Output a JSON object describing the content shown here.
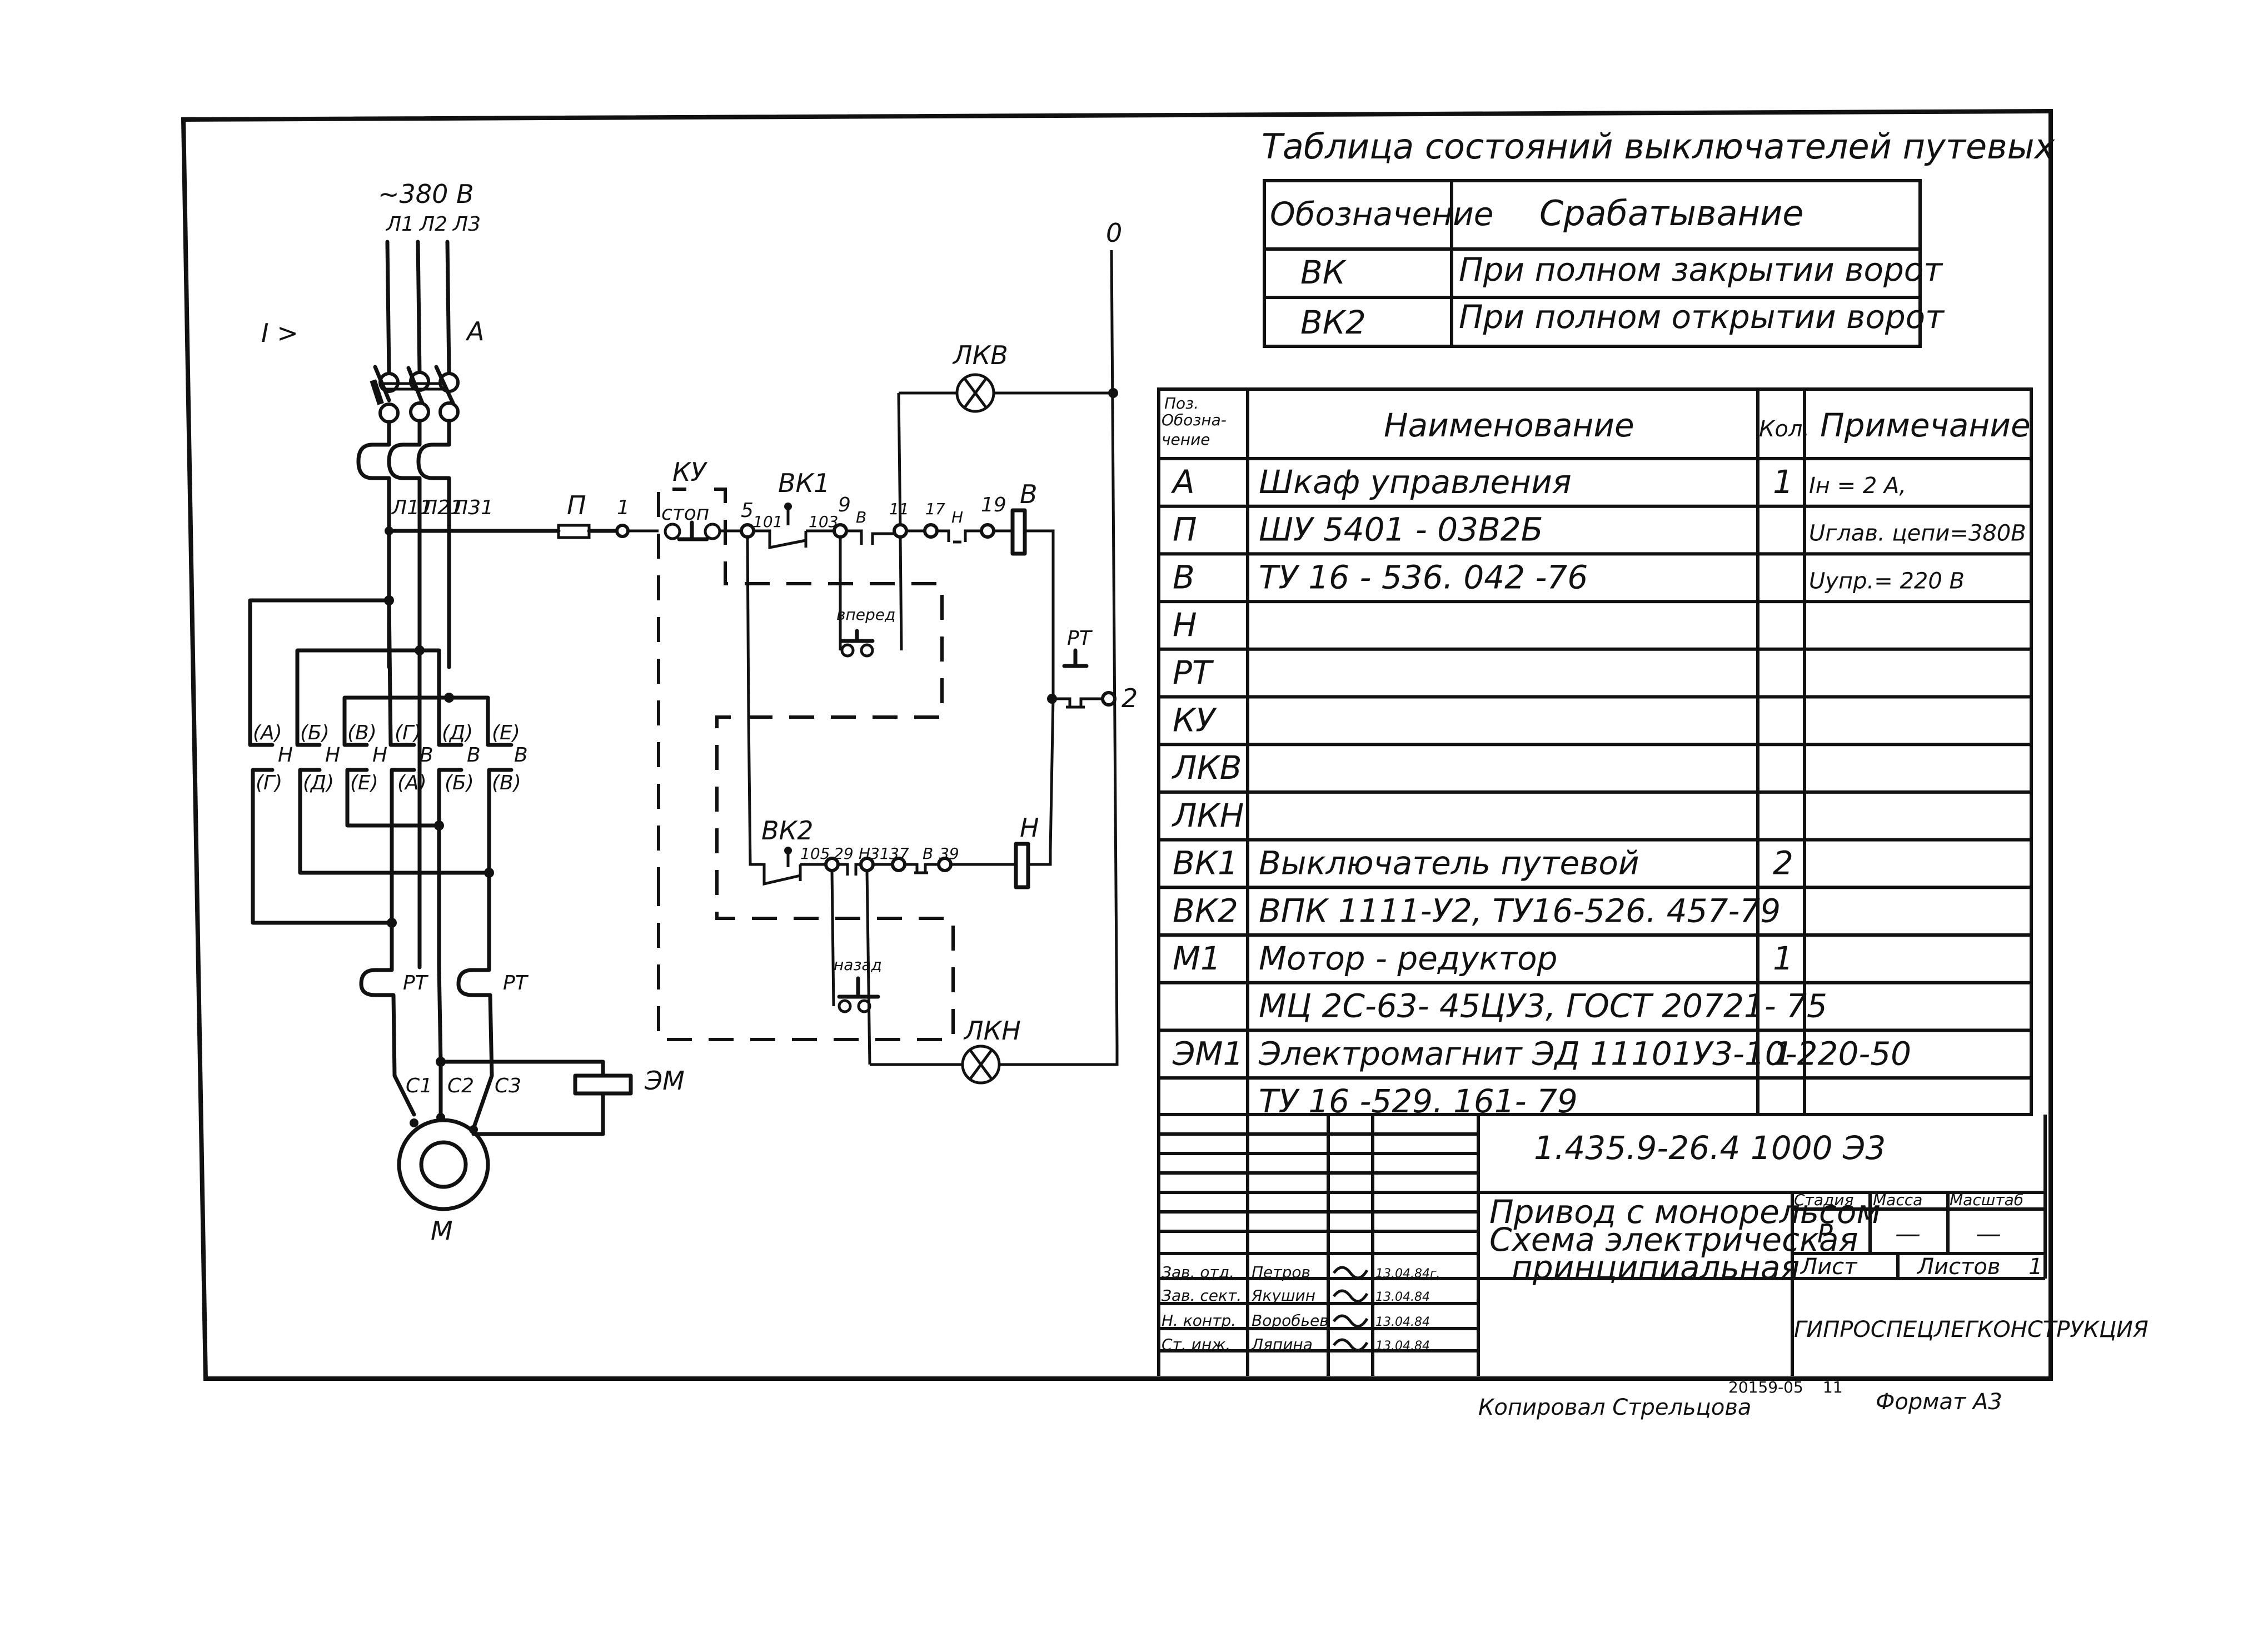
{
  "drawing": {
    "supply_voltage": "~380 В",
    "phases": [
      "Л1",
      "Л2",
      "Л3"
    ],
    "breaker_trip": "I >",
    "breaker": "А",
    "phase_out": [
      "Л11",
      "Л21",
      "Л31"
    ],
    "fuse": "П",
    "terminal_1": "1",
    "neutral": "0",
    "ku_label": "КУ",
    "stop_label": "стоп",
    "node_5": "5",
    "vk1_label": "ВК1",
    "node_101": "101",
    "node_103": "103",
    "node_9": "9",
    "contact_v1": "В",
    "node_11": "11",
    "node_17": "17",
    "contact_n1": "Н",
    "node_19": "19",
    "coil_v": "В",
    "lamp_lkv": "ЛКВ",
    "lamp_lkn": "ЛКН",
    "forward_label": "вперед",
    "back_label": "назад",
    "rt_contact": "РТ",
    "node_2": "2",
    "vk2_label": "ВК2",
    "node_105": "105",
    "node_29": "29",
    "contact_n2": "Н",
    "node_31": "31",
    "node_37": "37",
    "contact_v2": "В",
    "node_39": "39",
    "coil_n": "Н",
    "reversing_top": [
      "(А)",
      "(Б)",
      "(В)",
      "(Г)",
      "(Д)",
      "(Е)"
    ],
    "reversing_mid": [
      "Н",
      "Н",
      "Н",
      "В",
      "В",
      "В"
    ],
    "reversing_bottom": [
      "(Г)",
      "(Д)",
      "(Е)",
      "(А)",
      "(Б)",
      "(В)"
    ],
    "thermal_relays": [
      "РТ",
      "РТ"
    ],
    "motor_terminals": [
      "С1",
      "С2",
      "С3"
    ],
    "brake_magnet": "ЭМ",
    "motor": "М"
  },
  "switch_table": {
    "title": "Таблица состояний выключателей путевых",
    "headers": [
      "Обозначение",
      "Срабатывание"
    ],
    "rows": [
      {
        "designation": "ВК",
        "action": "При полном закрытии ворот"
      },
      {
        "designation": "ВК2",
        "action": "При полном открытии ворот"
      }
    ]
  },
  "parts_list": {
    "headers": {
      "pos": [
        "Поз.",
        "Обозна-",
        "чение"
      ],
      "name": "Наименование",
      "qty": "Кол.",
      "note": "Примечание"
    },
    "rows": [
      {
        "pos": "А",
        "name": "Шкаф управления",
        "qty": "1",
        "note": "Iн = 2 А,"
      },
      {
        "pos": "П",
        "name": "ШУ 5401 - 03В2Б",
        "qty": "",
        "note": "Uглав. цепи=380В"
      },
      {
        "pos": "В",
        "name": "ТУ 16 - 536. 042 -76",
        "qty": "",
        "note": "Uупр.= 220 В"
      },
      {
        "pos": "Н",
        "name": "",
        "qty": "",
        "note": ""
      },
      {
        "pos": "РТ",
        "name": "",
        "qty": "",
        "note": ""
      },
      {
        "pos": "КУ",
        "name": "",
        "qty": "",
        "note": ""
      },
      {
        "pos": "ЛКВ",
        "name": "",
        "qty": "",
        "note": ""
      },
      {
        "pos": "ЛКН",
        "name": "",
        "qty": "",
        "note": ""
      },
      {
        "pos": "ВК1",
        "name": "Выключатель путевой",
        "qty": "2",
        "note": ""
      },
      {
        "pos": "ВК2",
        "name": "ВПК 1111-У2, ТУ16-526. 457-79",
        "qty": "",
        "note": ""
      },
      {
        "pos": "М1",
        "name": "Мотор - редуктор",
        "qty": "1",
        "note": ""
      },
      {
        "pos": "",
        "name": "МЦ 2С-63- 45ЦУ3, ГОСТ 20721- 75",
        "qty": "",
        "note": ""
      },
      {
        "pos": "ЭМ1",
        "name": "Электромагнит ЭД 11101У3-10-220-50",
        "qty": "1",
        "note": ""
      },
      {
        "pos": "",
        "name": "ТУ 16 -529. 161- 79",
        "qty": "",
        "note": ""
      }
    ]
  },
  "title_block": {
    "doc_code": "1.435.9-26.4 1000 Э3",
    "title_lines": [
      "Привод с монорельсом",
      "Схема электрическая",
      "принципиальная"
    ],
    "stage_header": "Стадия",
    "mass_header": "Масса",
    "scale_header": "Масштаб",
    "stage_value": "Р",
    "mass_value": "—",
    "scale_value": "—",
    "sheet_label": "Лист",
    "sheets_label": "Листов",
    "sheets_value": "1",
    "organization": "ГИПРОСПЕЦЛЕГКОНСТРУКЦИЯ",
    "signatures": [
      {
        "role": "Зав. отд.",
        "name": "Петров",
        "date": "13.04.84г."
      },
      {
        "role": "Зав. сект.",
        "name": "Якушин",
        "date": "13.04.84"
      },
      {
        "role": "Н. контр.",
        "name": "Воробьев",
        "date": "13.04.84"
      },
      {
        "role": "Ст. инж.",
        "name": "Ляпина",
        "date": "13.04.84"
      }
    ]
  },
  "footer": {
    "copied_by": "Копировал Стрельцова",
    "archive_no": "20159-05",
    "sheet_no": "11",
    "format": "Формат А3"
  }
}
